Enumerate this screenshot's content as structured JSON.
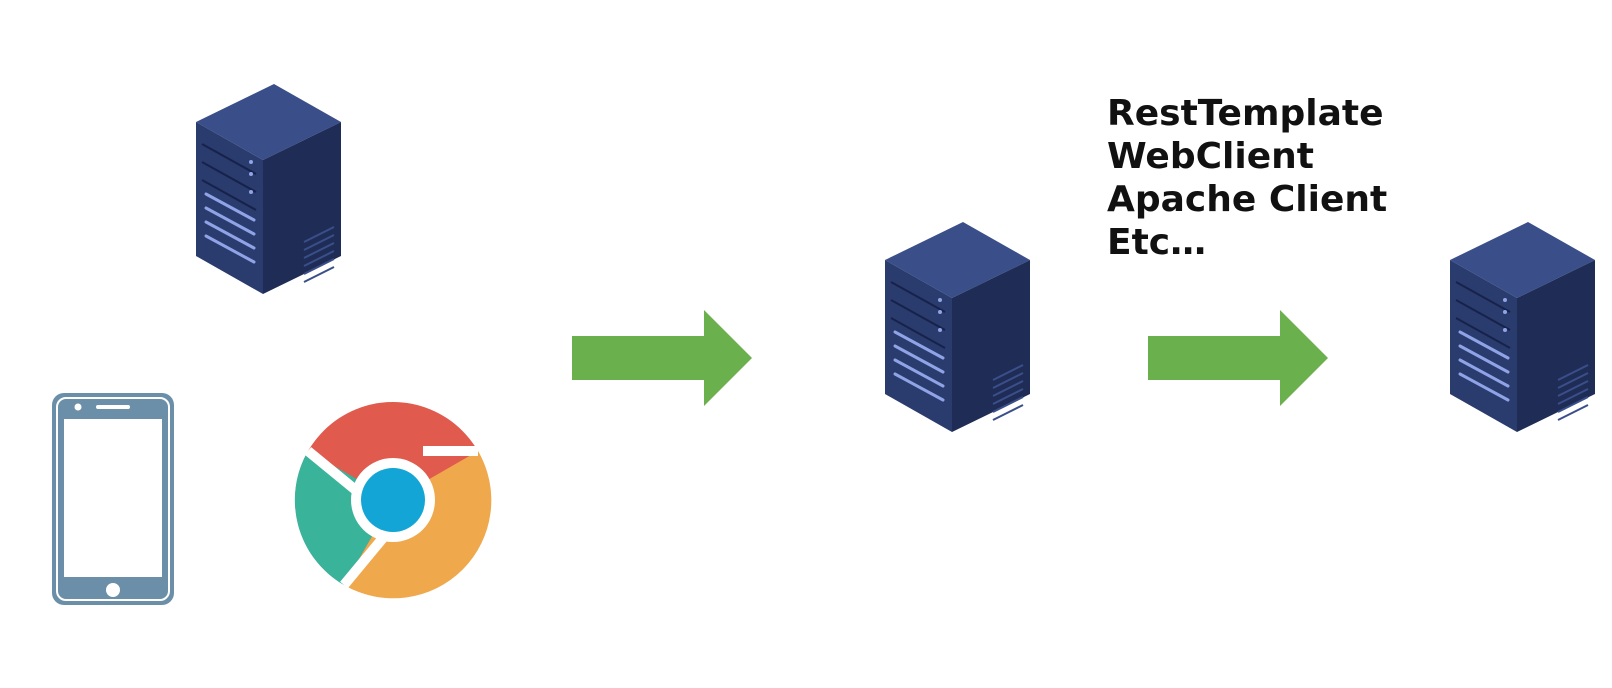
{
  "colors": {
    "background": "#ffffff",
    "server_front": "#2a3b6e",
    "server_side": "#1f2c55",
    "server_top": "#3a4f8a",
    "server_light": "#8fa3e6",
    "arrow": "#6ab04c",
    "phone": "#6b8fa8",
    "chrome_red": "#e05a4e",
    "chrome_green": "#3ab39b",
    "chrome_yellow": "#f0a84c",
    "chrome_blue": "#12a5d6"
  },
  "icons": {
    "left_server": "server-icon",
    "middle_server": "server-icon",
    "right_server": "server-icon",
    "phone": "smartphone-icon",
    "browser": "chrome-browser-icon",
    "arrow": "right-arrow-icon"
  },
  "http_clients": [
    "RestTemplate",
    "WebClient",
    "Apache Client",
    "Etc…"
  ]
}
